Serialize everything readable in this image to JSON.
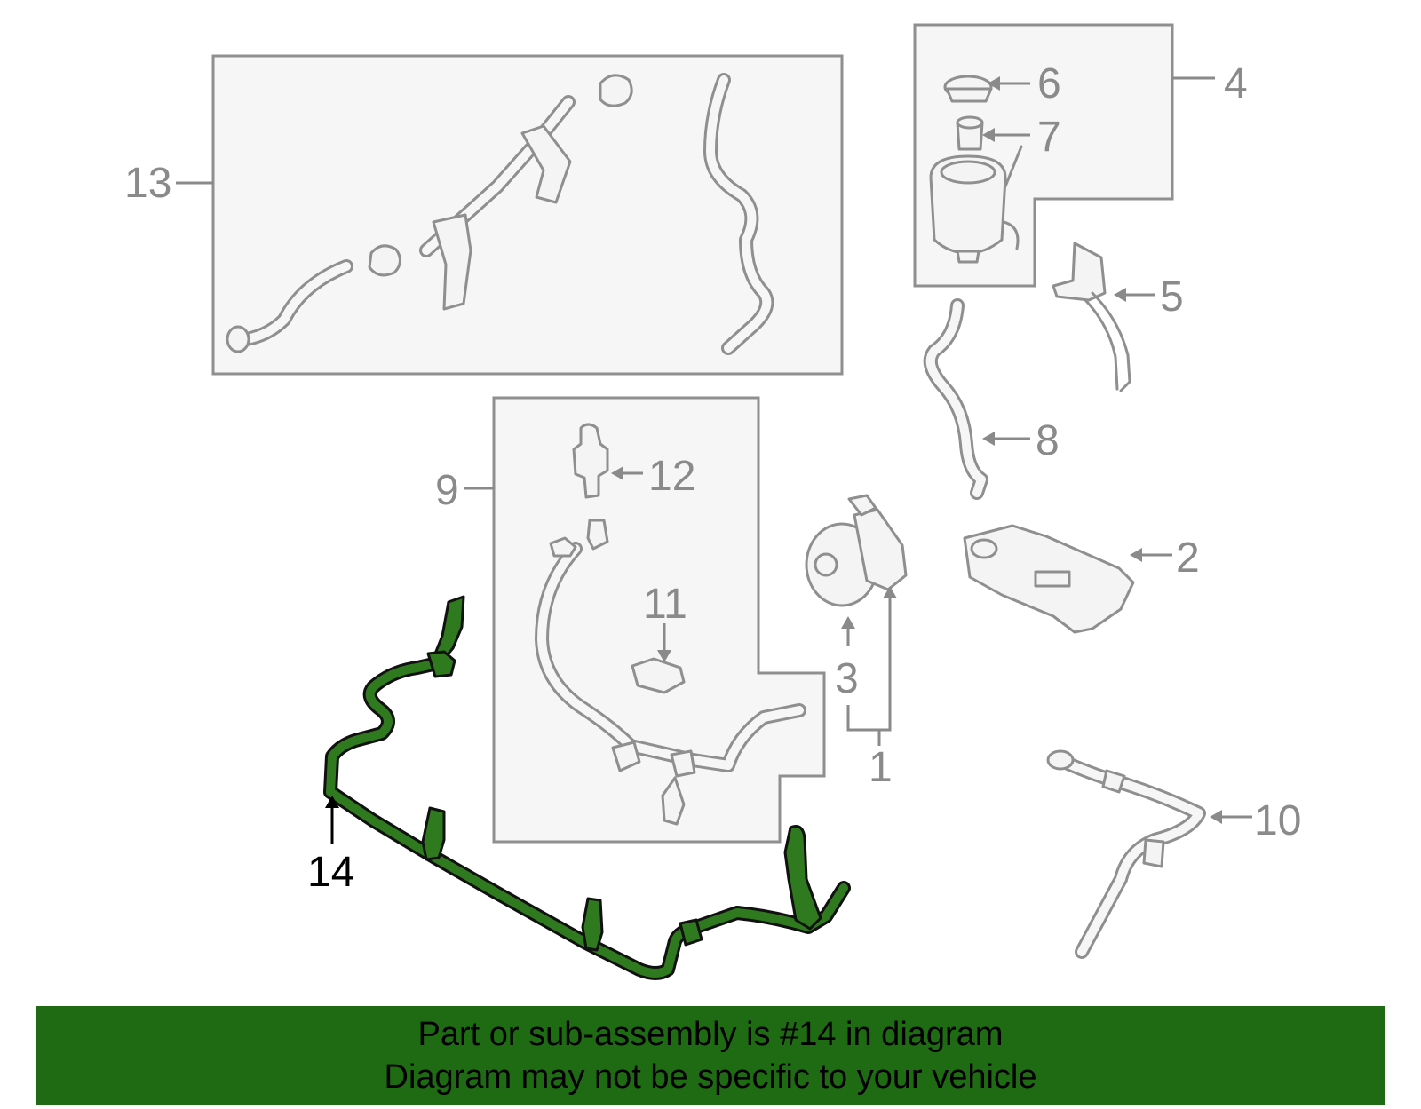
{
  "callouts": {
    "c1": "1",
    "c2": "2",
    "c3": "3",
    "c4": "4",
    "c5": "5",
    "c6": "6",
    "c7": "7",
    "c8": "8",
    "c9": "9",
    "c10": "10",
    "c11": "11",
    "c12": "12",
    "c13": "13",
    "c14": "14"
  },
  "highlight": {
    "part_number": "14",
    "color": "#2f7a1e"
  },
  "footer": {
    "line1": "Part or sub-assembly is #14 in diagram",
    "line2": "Diagram may not be specific to your vehicle",
    "background": "#1f6b14"
  }
}
